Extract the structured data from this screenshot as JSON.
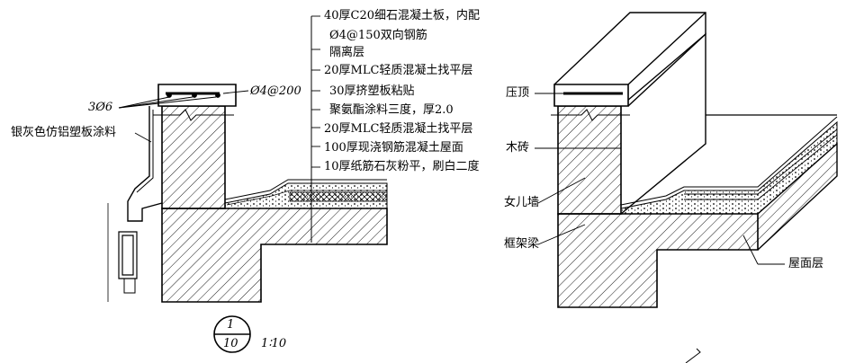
{
  "layer_callouts": [
    "40厚C20细石混凝土板，内配",
    "Ø4@150双向钢筋",
    "隔离层",
    "20厚MLC轻质混凝土找平层",
    "30厚挤塑板粘贴",
    "聚氨酯涂料三度，厚2.0",
    "20厚MLC轻质混凝土找平层",
    "100厚现浇钢筋混凝土屋面",
    "10厚纸筋石灰粉平，刷白二度"
  ],
  "left_detail": {
    "rebar_label_left": "3Ø6",
    "rebar_label_right": "Ø4@200",
    "finish_label": "银灰色仿铝塑板涂料"
  },
  "detail_marker": {
    "number": "1",
    "sheet": "10",
    "scale": "1∶10"
  },
  "right_detail": {
    "label_coping": "压顶",
    "label_timber_brick": "木砖",
    "label_parapet": "女儿墙",
    "label_frame_beam": "框架梁",
    "label_roof_layers": "屋面层"
  },
  "colors": {
    "ink": "#000000",
    "paper": "#ffffff"
  }
}
